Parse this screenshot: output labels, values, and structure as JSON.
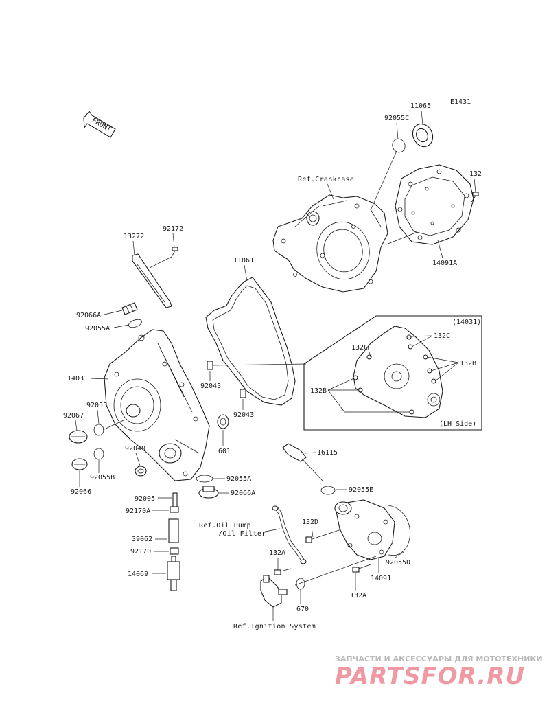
{
  "diagram": {
    "code": "E1431",
    "front_label": "FRONT",
    "inset_title": "(14031)",
    "inset_caption": "(LH Side)"
  },
  "refs": {
    "crankcase": "Ref.Crankcase",
    "oil_pump_line1": "Ref.Oil Pump",
    "oil_pump_line2": "/Oil Filter",
    "ignition": "Ref.Ignition System"
  },
  "parts": {
    "p11065": "11065",
    "p92055C": "92055C",
    "p132_top": "132",
    "p14091A": "14091A",
    "p13272": "13272",
    "p92172": "92172",
    "p11061": "11061",
    "p92066A_top": "92066A",
    "p92055A_top": "92055A",
    "p14031": "14031",
    "p92043_a": "92043",
    "p92043_b": "92043",
    "p92067": "92067",
    "p92055": "92055",
    "p92049": "92049",
    "p601": "601",
    "p92055B": "92055B",
    "p92066": "92066",
    "p92055A_bot": "92055A",
    "p92066A_bot": "92066A",
    "p92005": "92005",
    "p92170A": "92170A",
    "p39062": "39062",
    "p92170": "92170",
    "p14069": "14069",
    "p16115": "16115",
    "p92055E": "92055E",
    "p132D": "132D",
    "p132A_left": "132A",
    "p670": "670",
    "p14091": "14091",
    "p92055D": "92055D",
    "p132A_right": "132A",
    "inset_132C_right": "132C",
    "inset_132C_left": "132C",
    "inset_132B_right": "132B",
    "inset_132B_left": "132B"
  },
  "watermark": {
    "tagline": "ЗАПЧАСТИ И АКСЕССУАРЫ ДЛЯ МОТОТЕХНИКИ",
    "logo": "PARTSFOR.RU"
  }
}
